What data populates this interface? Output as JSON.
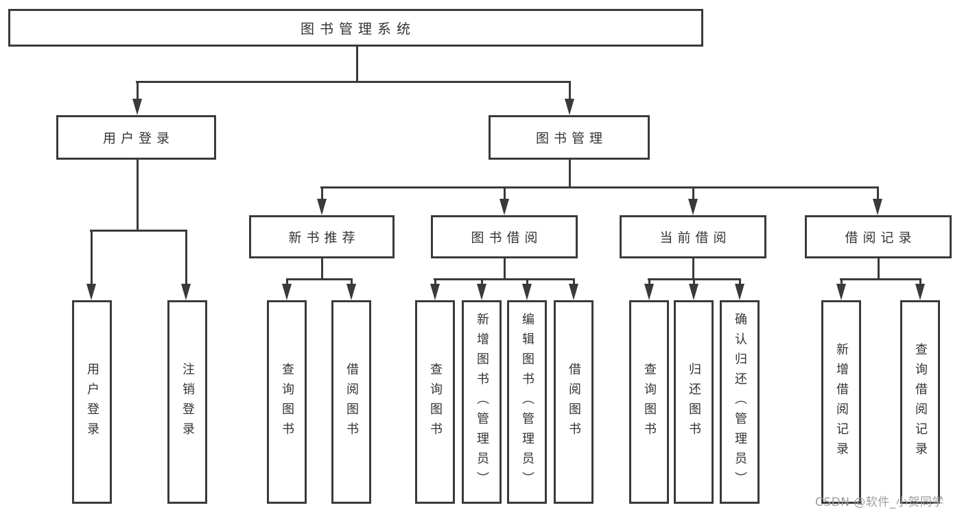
{
  "diagram_title": "图书管理系统",
  "tree": {
    "root": {
      "label": "图书管理系统"
    },
    "children": [
      {
        "label": "用户登录",
        "children": [
          {
            "label": "用户登录"
          },
          {
            "label": "注销登录"
          }
        ]
      },
      {
        "label": "图书管理",
        "children": [
          {
            "label": "新书推荐",
            "children": [
              {
                "label": "查询图书"
              },
              {
                "label": "借阅图书"
              }
            ]
          },
          {
            "label": "图书借阅",
            "children": [
              {
                "label": "查询图书"
              },
              {
                "label": "新增图书（管理员）"
              },
              {
                "label": "编辑图书（管理员）"
              },
              {
                "label": "借阅图书"
              }
            ]
          },
          {
            "label": "当前借阅",
            "children": [
              {
                "label": "查询图书"
              },
              {
                "label": "归还图书"
              },
              {
                "label": "确认归还（管理员）"
              }
            ]
          },
          {
            "label": "借阅记录",
            "children": [
              {
                "label": "新增借阅记录"
              },
              {
                "label": "查询借阅记录"
              }
            ]
          }
        ]
      }
    ]
  },
  "watermark": {
    "text": "CSDN @软件_小贺同学"
  },
  "colors": {
    "line": "#3a3a3a",
    "box_border": "#3a3a3a",
    "box_background": "#ffffff",
    "text": "#333333",
    "watermark": "#9c9c9c",
    "page_background": "#ffffff"
  }
}
